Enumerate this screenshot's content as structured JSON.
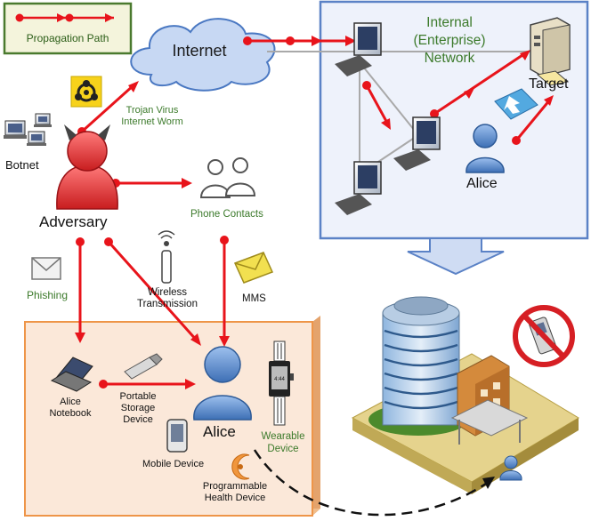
{
  "legend": {
    "label": "Propagation Path"
  },
  "cloud": {
    "label": "Internet"
  },
  "network": {
    "title": [
      "Internal",
      "(Enterprise)",
      "Network"
    ],
    "target_label": "Target",
    "alice_label": "Alice"
  },
  "labels": {
    "trojan": [
      "Trojan Virus",
      "Internet Worm"
    ],
    "botnet": "Botnet",
    "adversary": "Adversary",
    "phone_contacts": "Phone Contacts",
    "phishing": "Phishing",
    "wireless": [
      "Wireless",
      "Transmission"
    ],
    "mms": "MMS",
    "alice_notebook": [
      "Alice",
      "Notebook"
    ],
    "storage": [
      "Portable",
      "Storage",
      "Device"
    ],
    "alice": "Alice",
    "wearable": [
      "Wearable",
      "Device"
    ],
    "mobile": "Mobile Device",
    "health": [
      "Programmable",
      "Health Device"
    ],
    "watch_time": "4:44"
  },
  "colors": {
    "arrow": "#e8141b",
    "legend_fill": "#f4f4dc",
    "legend_border": "#4a7a2e",
    "network_fill": "#eef2fb",
    "network_border": "#5b82c6",
    "personal_fill": "#fbe8d9",
    "personal_border": "#ee9548",
    "cloud_fill": "#c7d8f3",
    "adversary": "#e5383b",
    "alice": "#5e8fd0"
  },
  "icons": [
    "biohazard-icon",
    "envelope-icon",
    "antenna-icon",
    "usb-stick-icon",
    "no-phone-icon",
    "building-icon"
  ]
}
